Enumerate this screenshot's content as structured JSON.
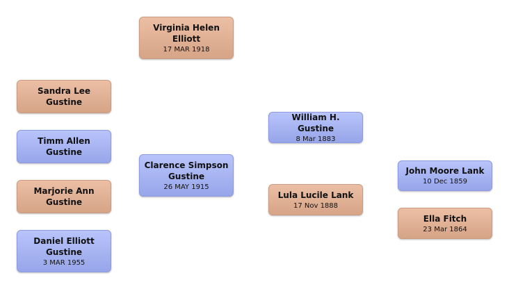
{
  "people": {
    "virginia": {
      "name": "Virginia Helen Elliott",
      "date": "17 MAR 1918",
      "sex": "female"
    },
    "sandra": {
      "name": "Sandra Lee Gustine",
      "sex": "female"
    },
    "timm": {
      "name": "Timm Allen Gustine",
      "sex": "male"
    },
    "marjorie": {
      "name": "Marjorie Ann Gustine",
      "sex": "female"
    },
    "daniel": {
      "name": "Daniel Elliott Gustine",
      "date": "3 MAR 1955",
      "sex": "male"
    },
    "clarence": {
      "name": "Clarence Simpson Gustine",
      "date": "26 MAY 1915",
      "sex": "male"
    },
    "william": {
      "name": "William H. Gustine",
      "date": "8 Mar 1883",
      "sex": "male"
    },
    "lula": {
      "name": "Lula Lucile Lank",
      "date": "17 Nov 1888",
      "sex": "female"
    },
    "john": {
      "name": "John Moore Lank",
      "date": "10 Dec 1859",
      "sex": "male"
    },
    "ella": {
      "name": "Ella Fitch",
      "date": "23 Mar 1864",
      "sex": "female"
    }
  },
  "colors": {
    "female": "#e0ae92",
    "male": "#a6b3f2"
  }
}
